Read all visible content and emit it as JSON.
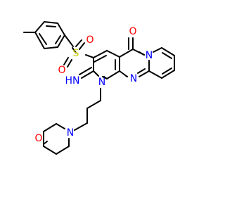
{
  "molecule": {
    "atoms": {
      "sulfur": "S",
      "sulfonyl_oxygen_1": "O",
      "sulfonyl_oxygen_2": "O",
      "carbonyl_oxygen": "O",
      "imino_nitrogen": "HN",
      "ring_nitrogen_1": "N",
      "ring_nitrogen_2": "N",
      "ring_nitrogen_3": "N",
      "morpholine_nitrogen": "N",
      "morpholine_oxygen": "O"
    },
    "colors": {
      "bond": "#000000",
      "oxygen": "#ff0000",
      "nitrogen": "#0000ff",
      "sulfur": "#cccc00"
    }
  }
}
